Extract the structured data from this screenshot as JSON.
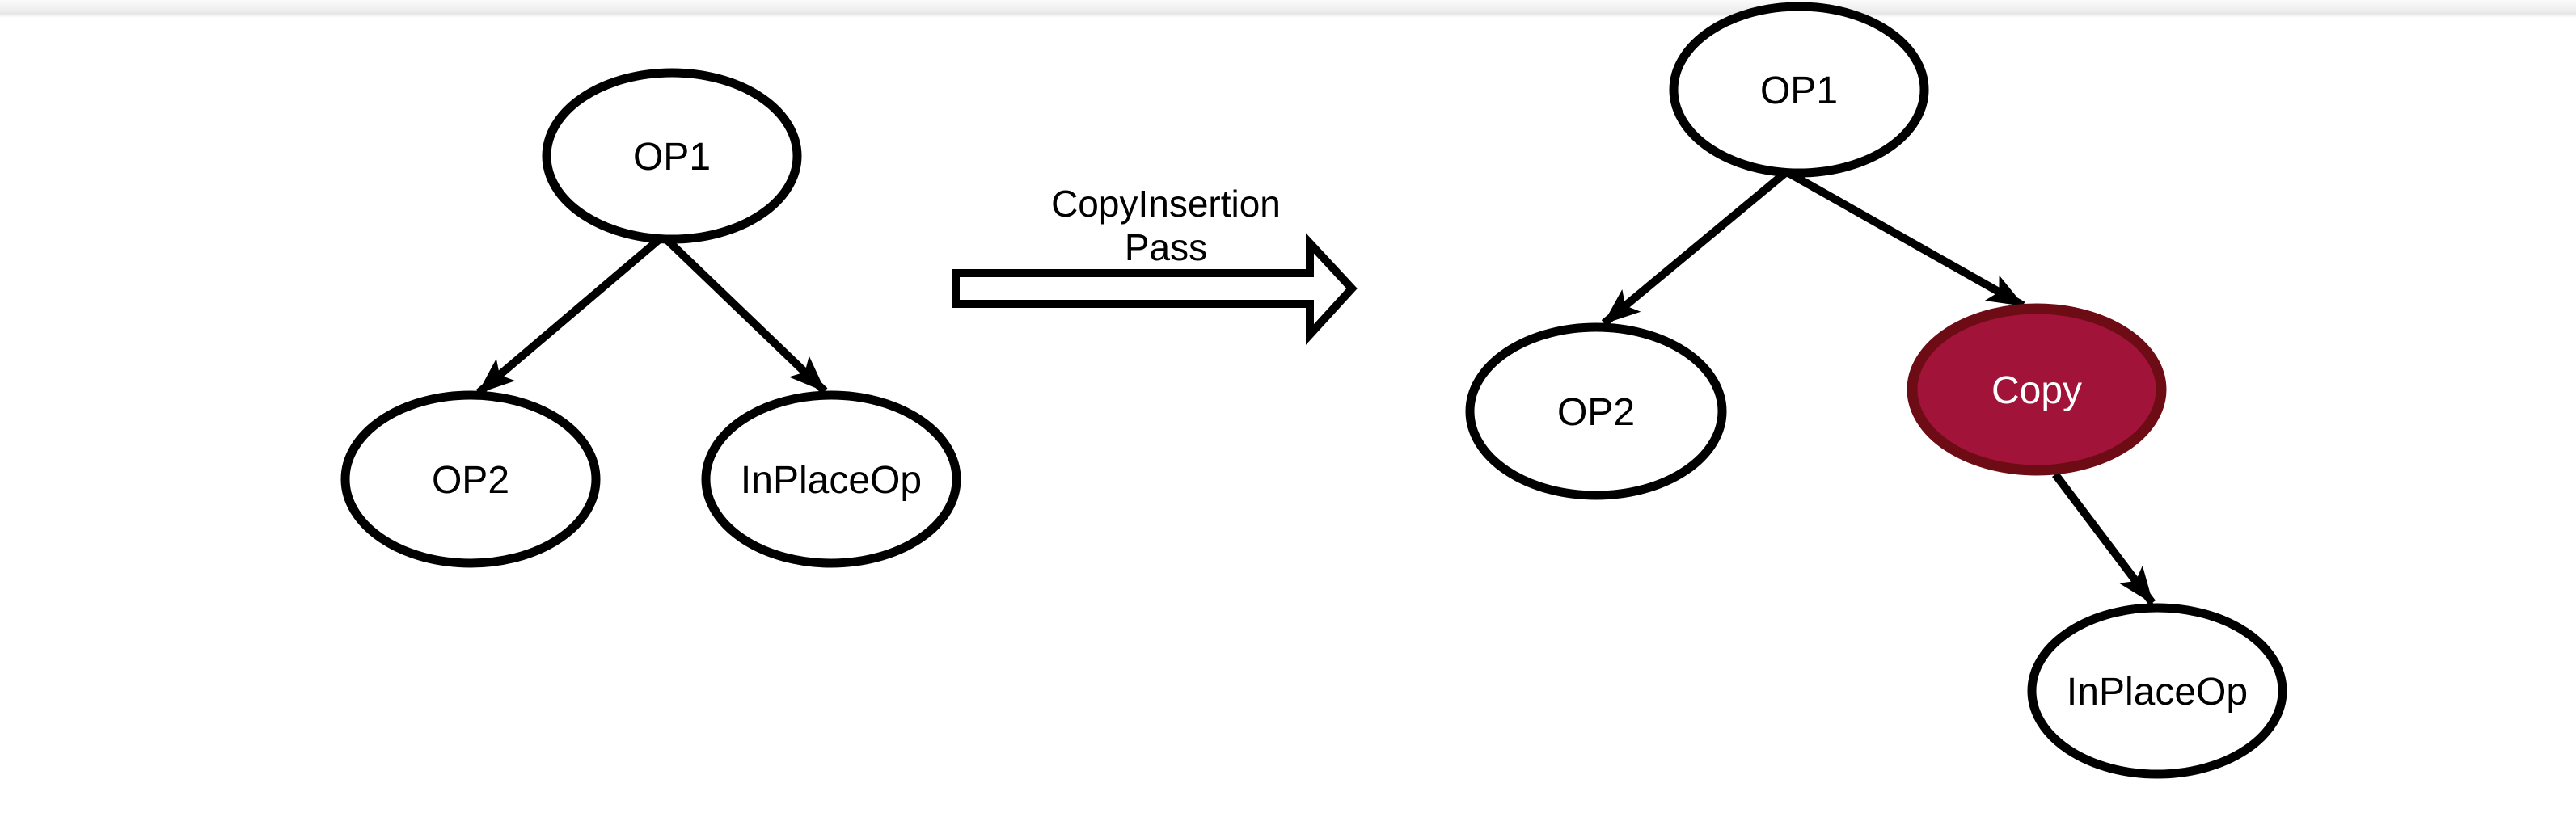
{
  "diagram": {
    "pass_arrow": {
      "label_line1": "CopyInsertion",
      "label_line2": "Pass"
    },
    "left_graph": {
      "op1": "OP1",
      "op2": "OP2",
      "inplace": "InPlaceOp"
    },
    "right_graph": {
      "op1": "OP1",
      "op2": "OP2",
      "copy": "Copy",
      "inplace": "InPlaceOp"
    },
    "colors": {
      "background": "#ffffff",
      "node_fill": "#ffffff",
      "node_stroke": "#000000",
      "node_text": "#000000",
      "edge": "#000000",
      "copy_fill": "#A11338",
      "copy_stroke": "#6E0C15",
      "copy_text": "#ffffff",
      "pass_arrow_fill": "#ffffff",
      "pass_arrow_stroke": "#000000",
      "pass_text": "#000000"
    }
  }
}
